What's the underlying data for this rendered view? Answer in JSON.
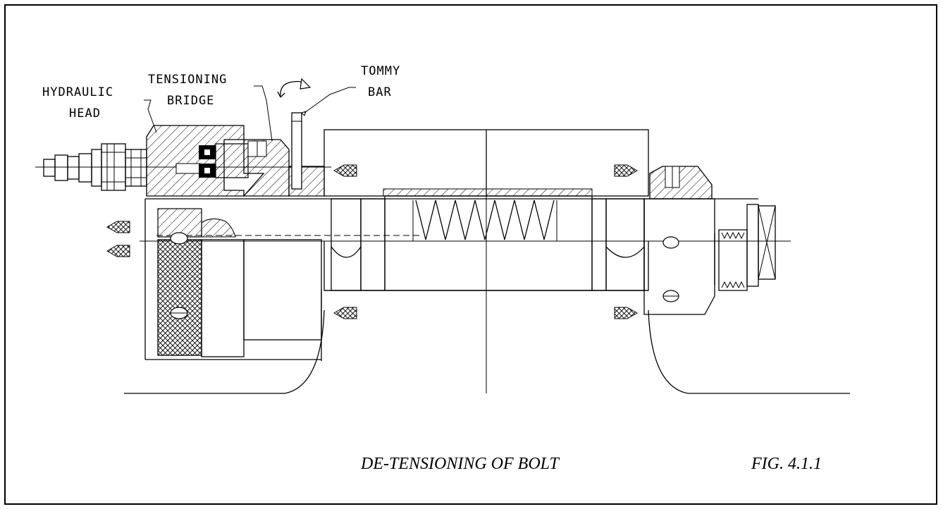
{
  "figure": {
    "caption": "DE-TENSIONING OF BOLT",
    "fig_number": "FIG. 4.1.1"
  },
  "labels": {
    "hydraulic_head": [
      "HYDRAULIC",
      "HEAD"
    ],
    "tensioning_bridge": [
      "TENSIONING",
      "BRIDGE"
    ],
    "tommy_bar": [
      "TOMMY",
      "BAR"
    ]
  },
  "colors": {
    "line": "#000000",
    "background": "#ffffff"
  }
}
